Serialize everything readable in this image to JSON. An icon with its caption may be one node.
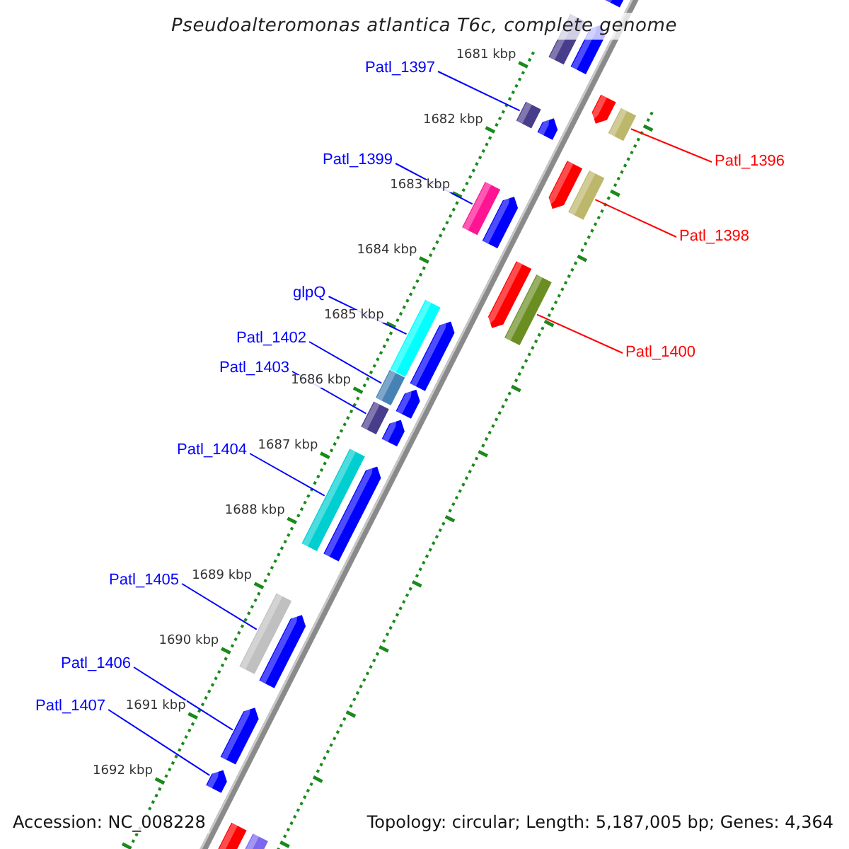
{
  "diagram": {
    "title": "Pseudoalteromonas atlantica T6c, complete genome",
    "nodes": [
      {
        "text": [
          "Patl_1397"
        ]
      },
      {
        "text": [
          "Patl_1396"
        ]
      },
      {
        "text": [
          "Patl_1399"
        ]
      },
      {
        "text": [
          "Patl_1398"
        ]
      },
      {
        "text": [
          "glpQ"
        ]
      },
      {
        "text": [
          "Patl_1402"
        ]
      },
      {
        "text": [
          "Patl_1400"
        ]
      },
      {
        "text": [
          "Patl_1403"
        ]
      },
      {
        "text": [
          "Patl_1404"
        ]
      },
      {
        "text": [
          "Patl_1405"
        ]
      },
      {
        "text": [
          "Patl_1406"
        ]
      },
      {
        "text": [
          "Patl_1407"
        ]
      },
      {
        "text": [],
        "shape": "pentagon"
      },
      {
        "text": [],
        "shape": "bar"
      },
      {
        "text": [],
        "shape": "pentagon"
      },
      {
        "text": [],
        "shape": "pentagon"
      },
      {
        "text": [],
        "shape": "bar"
      },
      {
        "text": [],
        "shape": "bar"
      },
      {
        "text": [],
        "shape": "pentagon"
      },
      {
        "text": [],
        "shape": "pentagon"
      },
      {
        "text": [],
        "shape": "bar"
      },
      {
        "text": [],
        "shape": "bar"
      },
      {
        "text": [],
        "shape": "pentagon"
      },
      {
        "text": [],
        "shape": "pentagon"
      },
      {
        "text": [],
        "shape": "bar"
      },
      {
        "text": [],
        "shape": "bar"
      },
      {
        "text": [],
        "shape": "pentagon"
      },
      {
        "text": [],
        "shape": "bar"
      },
      {
        "text": [],
        "shape": "pentagon"
      },
      {
        "text": [],
        "shape": "bar"
      },
      {
        "text": [],
        "shape": "pentagon"
      },
      {
        "text": [],
        "shape": "bar"
      },
      {
        "text": [],
        "shape": "pentagon"
      },
      {
        "text": [],
        "shape": "bar"
      },
      {
        "text": [],
        "shape": "pentagon"
      },
      {
        "text": [],
        "shape": "pentagon"
      },
      {
        "text": [],
        "shape": "pentagon"
      },
      {
        "text": [],
        "shape": "pentagon"
      },
      {
        "text": [],
        "shape": "bar"
      }
    ],
    "edges": [
      {
        "from": 0,
        "to": 17,
        "arrow": "none"
      },
      {
        "from": 1,
        "to": 16,
        "arrow": "none",
        "color": "#ff0000"
      },
      {
        "from": 2,
        "to": 21,
        "arrow": "none"
      },
      {
        "from": 3,
        "to": 20,
        "arrow": "none",
        "color": "#ff0000"
      },
      {
        "from": 4,
        "to": 25,
        "arrow": "none"
      },
      {
        "from": 5,
        "to": 27,
        "arrow": "none"
      },
      {
        "from": 6,
        "to": 24,
        "arrow": "none",
        "color": "#ff0000"
      },
      {
        "from": 7,
        "to": 29,
        "arrow": "none"
      },
      {
        "from": 8,
        "to": 31,
        "arrow": "none"
      },
      {
        "from": 9,
        "to": 33,
        "arrow": "none"
      },
      {
        "from": 10,
        "to": 35,
        "arrow": "none"
      },
      {
        "from": 11,
        "to": 36,
        "arrow": "none"
      }
    ],
    "labels": [
      "1681 kbp",
      "1682 kbp",
      "1683 kbp",
      "1684 kbp",
      "1685 kbp",
      "1686 kbp",
      "1687 kbp",
      "1688 kbp",
      "1689 kbp",
      "1690 kbp",
      "1691 kbp",
      "1692 kbp",
      "Accession: NC_008228",
      "Topology: circular; Length: 5,187,005 bp; Genes: 4,364"
    ]
  }
}
